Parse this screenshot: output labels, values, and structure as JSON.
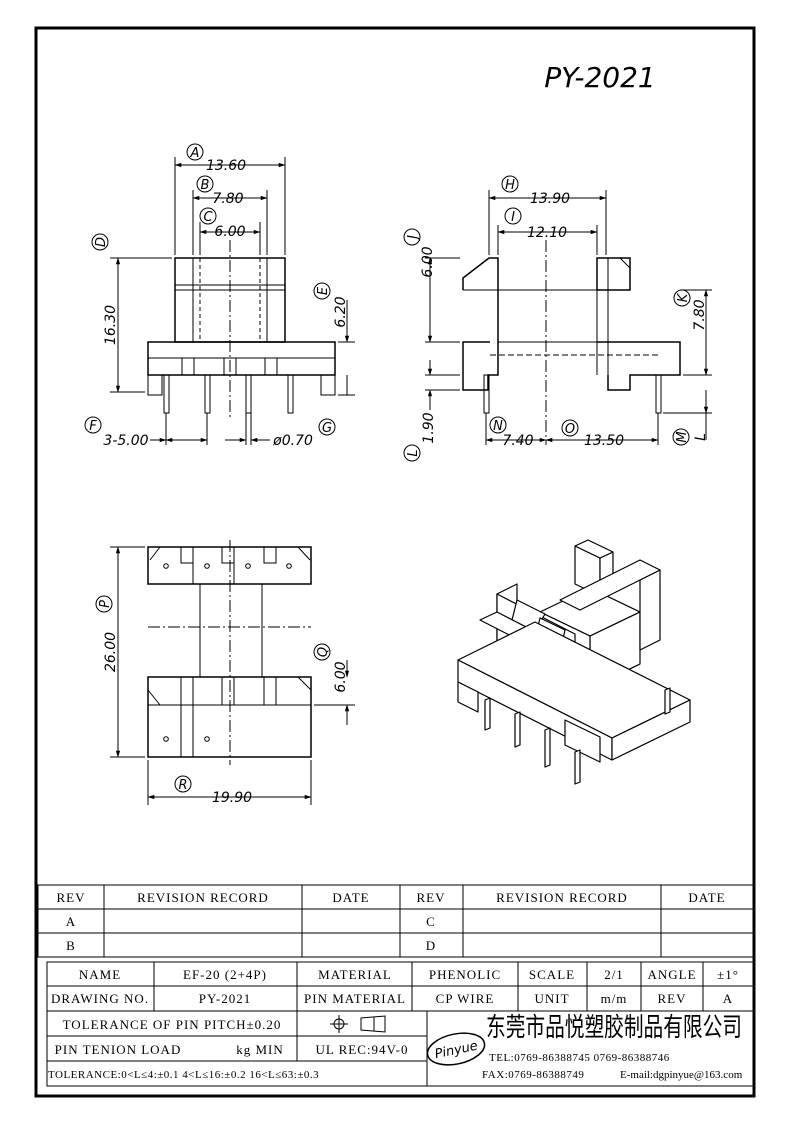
{
  "drawing_no": "PY-2021",
  "dims": {
    "a": {
      "letter": "A",
      "value": "13.60"
    },
    "b": {
      "letter": "B",
      "value": "7.80"
    },
    "c": {
      "letter": "C",
      "value": "6.00"
    },
    "d": {
      "letter": "D",
      "value": "16.30"
    },
    "e": {
      "letter": "E",
      "value": "6.20"
    },
    "f": {
      "letter": "F",
      "value": "3-5.00"
    },
    "g": {
      "letter": "G",
      "value": "ø0.70"
    },
    "h": {
      "letter": "H",
      "value": "13.90"
    },
    "i": {
      "letter": "I",
      "value": "12.10"
    },
    "j": {
      "letter": "J",
      "value": "6.00"
    },
    "k": {
      "letter": "K",
      "value": "7.80"
    },
    "l": {
      "letter": "L",
      "value": "1.90"
    },
    "m": {
      "letter": "M",
      "value": "L"
    },
    "n": {
      "letter": "N",
      "value": "7.40"
    },
    "o": {
      "letter": "O",
      "value": "13.50"
    },
    "p": {
      "letter": "P",
      "value": "26.00"
    },
    "q": {
      "letter": "Q",
      "value": "6.00"
    },
    "r": {
      "letter": "R",
      "value": "19.90"
    }
  },
  "revision": {
    "headers": [
      "REV",
      "REVISION RECORD",
      "DATE",
      "REV",
      "REVISION RECORD",
      "DATE"
    ],
    "rows": [
      [
        "A",
        "",
        "",
        "C",
        "",
        ""
      ],
      [
        "B",
        "",
        "",
        "D",
        "",
        ""
      ]
    ]
  },
  "title_block": {
    "name_label": "NAME",
    "name_value": "EF-20 (2+4P)",
    "material_label": "MATERIAL",
    "material_value": "PHENOLIC",
    "scale_label": "SCALE",
    "scale_value": "2/1",
    "angle_label": "ANGLE",
    "angle_value": "±1°",
    "drawing_no_label": "DRAWING NO.",
    "drawing_no_value": "PY-2021",
    "pin_material_label": "PIN MATERIAL",
    "pin_material_value": "CP WIRE",
    "unit_label": "UNIT",
    "unit_value": "m/m",
    "rev_label": "REV",
    "rev_value": "A",
    "tolerance_pitch": "TOLERANCE OF PIN PITCH±0.20",
    "pin_tension": "PIN TENION LOAD",
    "pin_tension_unit": "kg MIN",
    "ul": "UL REC:94V-0",
    "tolerance_general": "TOLERANCE:0<L≤4:±0.1  4<L≤16:±0.2  16<L≤63:±0.3",
    "logo_text": "Pinyue",
    "company": "东莞市品悦塑胶制品有限公司",
    "tel": "TEL:0769-86388745   0769-86388746",
    "fax": "FAX:0769-86388749",
    "email": "E-mail:dgpinyue@163.com"
  }
}
